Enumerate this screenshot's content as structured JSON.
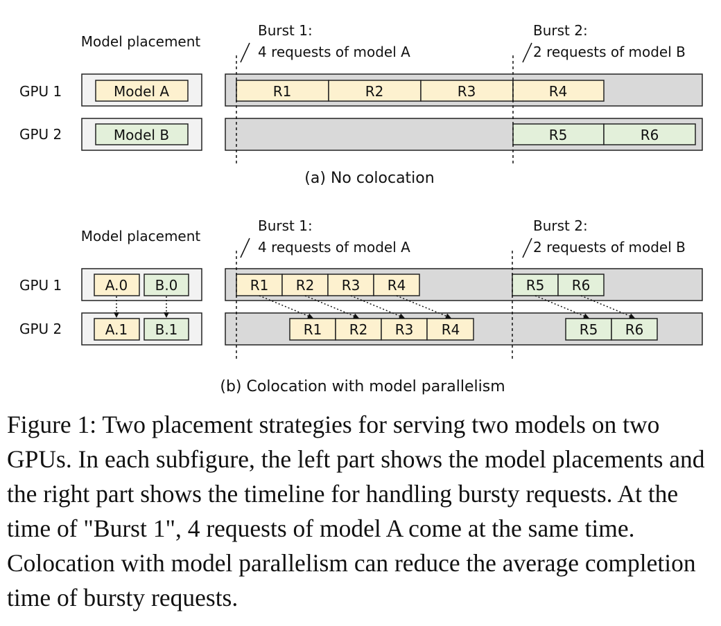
{
  "panel_a": {
    "placement_title": "Model placement",
    "burst1_title": "Burst 1:",
    "burst1_desc": "4 requests of model A",
    "burst2_title": "Burst 2:",
    "burst2_desc": "2 requests of model B",
    "gpu1_label": "GPU 1",
    "gpu2_label": "GPU 2",
    "gpu1_model": "Model A",
    "gpu2_model": "Model B",
    "gpu1_requests": [
      "R1",
      "R2",
      "R3",
      "R4"
    ],
    "gpu2_requests": [
      "R5",
      "R6"
    ],
    "caption": "(a) No colocation"
  },
  "panel_b": {
    "placement_title": "Model placement",
    "burst1_title": "Burst 1:",
    "burst1_desc": "4 requests of model A",
    "burst2_title": "Burst 2:",
    "burst2_desc": "2 requests of model B",
    "gpu1_label": "GPU 1",
    "gpu2_label": "GPU 2",
    "gpu1_shards": [
      "A.0",
      "B.0"
    ],
    "gpu2_shards": [
      "A.1",
      "B.1"
    ],
    "gpu1_requests_a": [
      "R1",
      "R2",
      "R3",
      "R4"
    ],
    "gpu1_requests_b": [
      "R5",
      "R6"
    ],
    "gpu2_requests_a": [
      "R1",
      "R2",
      "R3",
      "R4"
    ],
    "gpu2_requests_b": [
      "R5",
      "R6"
    ],
    "caption": "(b) Colocation with model parallelism"
  },
  "figure_caption": "Figure 1: Two placement strategies for serving two models on two GPUs. In each subfigure, the left part shows the model placements and the right part shows the timeline for handling bursty requests. At the time of \"Burst 1\", 4 requests of model A come at the same time. Colocation with model parallelism can reduce the average completion time of bursty requests.",
  "colors": {
    "model_a": "#fdf1cf",
    "model_b": "#e3f0da",
    "timeline_bg": "#d9d9d9",
    "panel_bg": "#f2f2f2",
    "stroke": "#222222"
  }
}
